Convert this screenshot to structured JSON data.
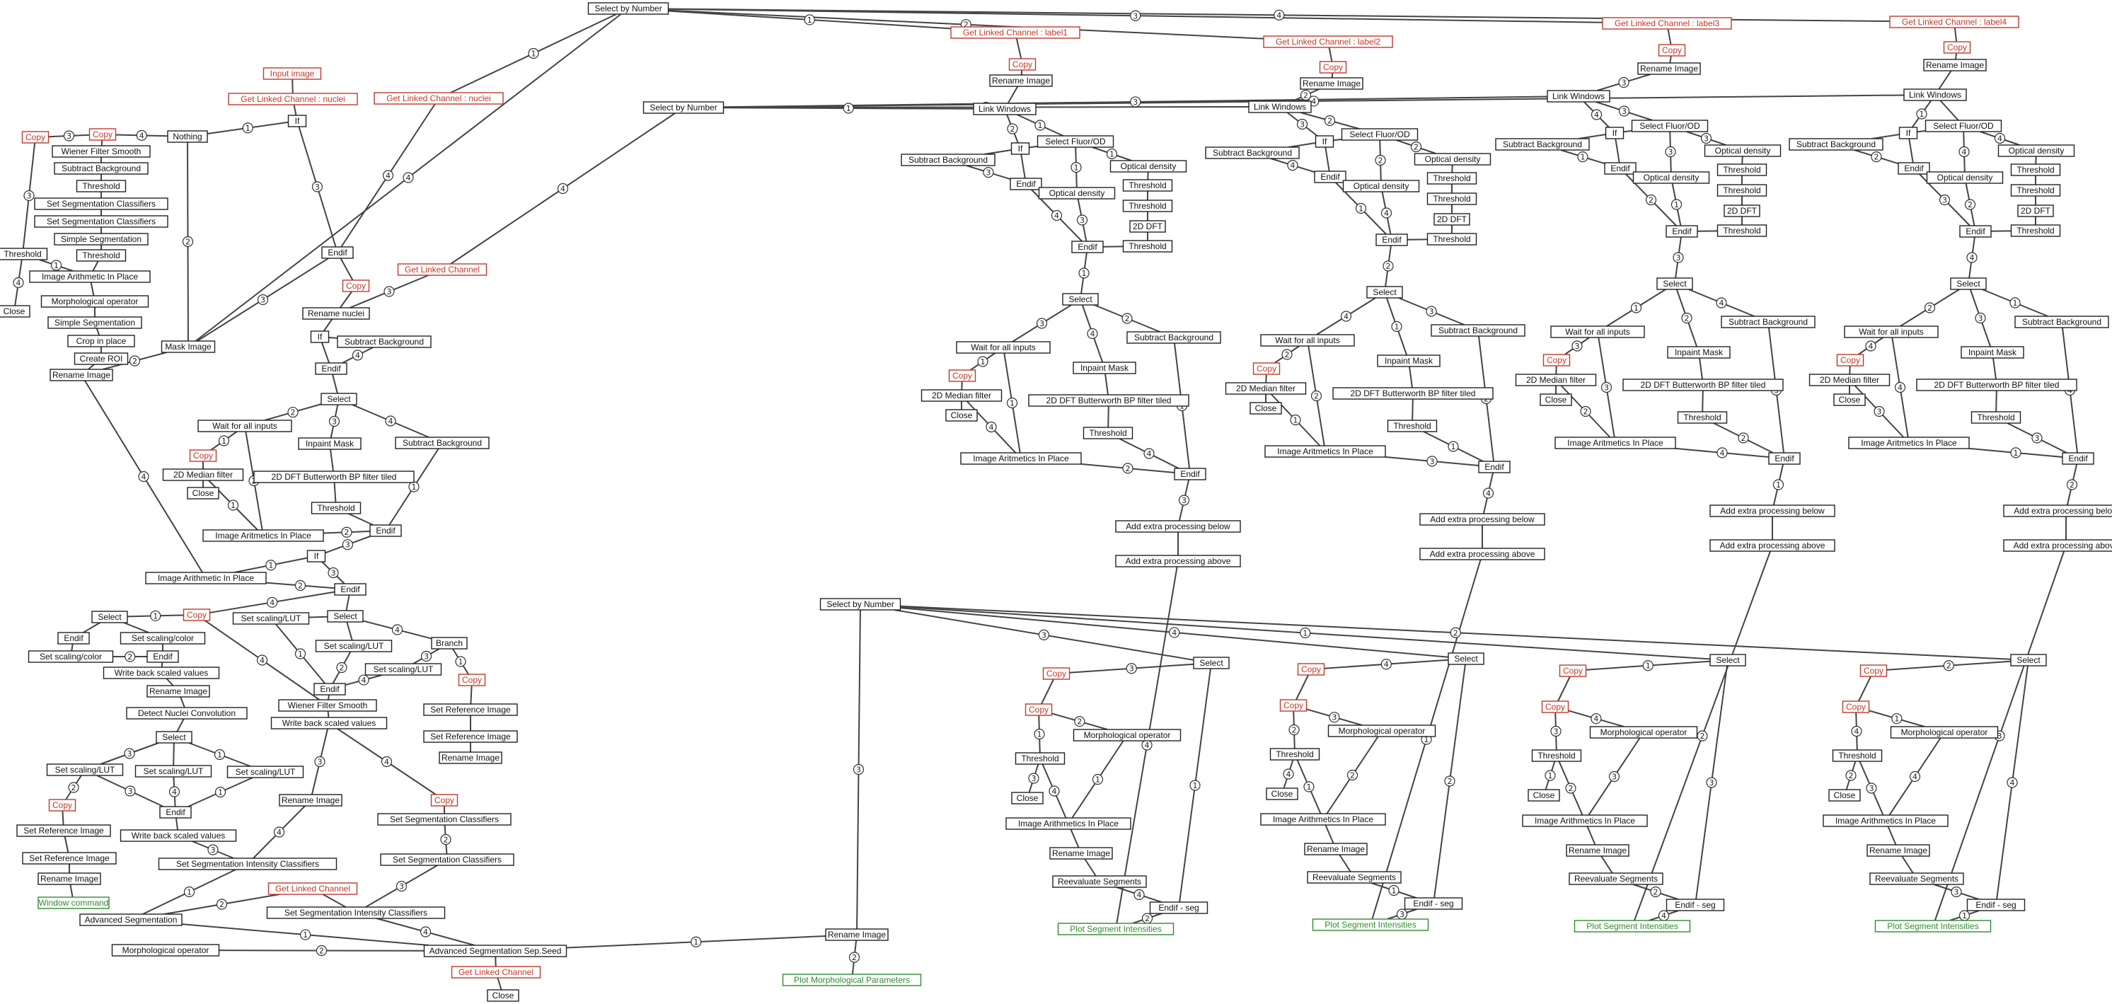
{
  "colors": {
    "node_border": "#222222",
    "red": "#c0392b",
    "green": "#2e8b2e",
    "edge": "#444444"
  },
  "labels": {
    "select_by_number": "Select by Number",
    "get_linked_channel_label1": "Get Linked Channel : label1",
    "get_linked_channel_label2": "Get Linked Channel : label2",
    "get_linked_channel_label3": "Get Linked Channel : label3",
    "get_linked_channel_label4": "Get Linked Channel : label4",
    "input_image": "Input image",
    "get_linked_channel_nuclei": "Get Linked Channel : nuclei",
    "get_linked_channel": "Get Linked Channel",
    "copy": "Copy",
    "nothing": "Nothing",
    "if": "If",
    "wiener_filter_smooth": "Wiener Filter Smooth",
    "subtract_background": "Subtract Background",
    "threshold": "Threshold",
    "set_segmentation_classifiers": "Set Segmentation Classifiers",
    "simple_segmentation": "Simple Segmentation",
    "image_arithmetic_in_place": "Image Arithmetic In Place",
    "morphological_operator": "Morphological operator",
    "crop_in_place": "Crop in place",
    "create_roi": "Create ROI",
    "rename_image": "Rename Image",
    "close": "Close",
    "mask_image": "Mask Image",
    "endif": "Endif",
    "rename_nuclei": "Rename nuclei",
    "select": "Select",
    "wait_for_all_inputs": "Wait for all inputs",
    "inpaint_mask": "Inpaint Mask",
    "median_filter_2d": "2D Median filter",
    "butterworth": "2D DFT Butterworth BP filter tiled",
    "image_aritmetics_in_place": "Image Aritmetics In Place",
    "image_arithmetics_in_place": "Image Arithmetics In Place",
    "link_windows": "Link Windows",
    "select_fluor_od": "Select Fluor/OD",
    "optical_density": "Optical density",
    "dft_2d": "2D DFT",
    "add_extra_below": "Add extra processing below",
    "add_extra_above": "Add extra processing above",
    "set_scaling_lut": "Set scaling/LUT",
    "set_scaling_color": "Set scaling/color",
    "branch": "Branch",
    "write_back_scaled_values": "Write back scaled values",
    "detect_nuclei_convolution": "Detect Nuclei Convolution",
    "set_reference_image": "Set Reference Image",
    "window_command": "Window command",
    "set_segmentation_intensity_classifiers": "Set Segmentation Intensity Classifiers",
    "advanced_segmentation": "Advanced Segmentation",
    "advanced_segmentation_sep_seed": "Advanced Segmentation Sep.Seed",
    "plot_morphological_parameters": "Plot Morphological Parameters",
    "reevaluate_segments": "Reevaluate Segments",
    "endif_seg": "Endif - seg",
    "plot_segment_intensities": "Plot Segment Intensities"
  },
  "nodes": [
    {
      "id": "sbn_top",
      "label": "select_by_number",
      "style": "black"
    },
    {
      "id": "glc1",
      "label": "get_linked_channel_label1",
      "style": "red"
    },
    {
      "id": "glc2",
      "label": "get_linked_channel_label2",
      "style": "red"
    },
    {
      "id": "glc3",
      "label": "get_linked_channel_label3",
      "style": "red"
    },
    {
      "id": "glc4",
      "label": "get_linked_channel_label4",
      "style": "red"
    },
    {
      "id": "cp_1a",
      "label": "copy",
      "style": "red"
    },
    {
      "id": "cp_2a",
      "label": "copy",
      "style": "red"
    },
    {
      "id": "cp_3a",
      "label": "copy",
      "style": "red"
    },
    {
      "id": "cp_4a",
      "label": "copy",
      "style": "red"
    },
    {
      "id": "rn_1a",
      "label": "rename_image",
      "style": "black"
    },
    {
      "id": "rn_2a",
      "label": "rename_image",
      "style": "black"
    },
    {
      "id": "rn_3a",
      "label": "rename_image",
      "style": "black"
    },
    {
      "id": "rn_4a",
      "label": "rename_image",
      "style": "black"
    },
    {
      "id": "sbn_mid",
      "label": "select_by_number",
      "style": "black"
    },
    {
      "id": "lw1",
      "label": "link_windows",
      "style": "black"
    },
    {
      "id": "lw2",
      "label": "link_windows",
      "style": "black"
    },
    {
      "id": "lw3",
      "label": "link_windows",
      "style": "black"
    },
    {
      "id": "lw4",
      "label": "link_windows",
      "style": "black"
    },
    {
      "id": "input_image",
      "label": "input_image",
      "style": "red"
    },
    {
      "id": "glc_nuc1",
      "label": "get_linked_channel_nuclei",
      "style": "red"
    },
    {
      "id": "glc_nuc2",
      "label": "get_linked_channel_nuclei",
      "style": "red"
    },
    {
      "id": "if_top",
      "label": "if",
      "style": "black"
    },
    {
      "id": "cp_l1",
      "label": "copy",
      "style": "red"
    },
    {
      "id": "cp_l2",
      "label": "copy",
      "style": "red"
    },
    {
      "id": "nothing",
      "label": "nothing",
      "style": "black"
    },
    {
      "id": "wfs_l",
      "label": "wiener_filter_smooth",
      "style": "black"
    },
    {
      "id": "sb_l",
      "label": "subtract_background",
      "style": "black"
    },
    {
      "id": "th_l1",
      "label": "threshold",
      "style": "black"
    },
    {
      "id": "ssc_l1",
      "label": "set_segmentation_classifiers",
      "style": "black"
    },
    {
      "id": "ssc_l2",
      "label": "set_segmentation_classifiers",
      "style": "black"
    },
    {
      "id": "ss_l1",
      "label": "simple_segmentation",
      "style": "black"
    },
    {
      "id": "th_l2",
      "label": "threshold",
      "style": "black"
    },
    {
      "id": "th_ll",
      "label": "threshold",
      "style": "black"
    },
    {
      "id": "iaip_l",
      "label": "image_arithmetic_in_place",
      "style": "black"
    },
    {
      "id": "mo_l",
      "label": "morphological_operator",
      "style": "black"
    },
    {
      "id": "ss_l2",
      "label": "simple_segmentation",
      "style": "black"
    },
    {
      "id": "crop",
      "label": "crop_in_place",
      "style": "black"
    },
    {
      "id": "roi",
      "label": "create_roi",
      "style": "black"
    },
    {
      "id": "rn_l",
      "label": "rename_image",
      "style": "black"
    },
    {
      "id": "close_l",
      "label": "close",
      "style": "black"
    },
    {
      "id": "mask",
      "label": "mask_image",
      "style": "black"
    },
    {
      "id": "endif_c",
      "label": "endif",
      "style": "black"
    },
    {
      "id": "cp_c",
      "label": "copy",
      "style": "red"
    },
    {
      "id": "rn_nuc",
      "label": "rename_nuclei",
      "style": "black"
    },
    {
      "id": "glc_c",
      "label": "get_linked_channel",
      "style": "red"
    },
    {
      "id": "if_c",
      "label": "if",
      "style": "black"
    },
    {
      "id": "sb_c1",
      "label": "subtract_background",
      "style": "black"
    },
    {
      "id": "endif_c2",
      "label": "endif",
      "style": "black"
    },
    {
      "id": "sel_c",
      "label": "select",
      "style": "black"
    },
    {
      "id": "wfai_c",
      "label": "wait_for_all_inputs",
      "style": "black"
    },
    {
      "id": "im_c",
      "label": "inpaint_mask",
      "style": "black"
    },
    {
      "id": "sb_c2",
      "label": "subtract_background",
      "style": "black"
    },
    {
      "id": "cp_c2",
      "label": "copy",
      "style": "red"
    },
    {
      "id": "mf_c",
      "label": "median_filter_2d",
      "style": "black"
    },
    {
      "id": "bw_c",
      "label": "butterworth",
      "style": "black"
    },
    {
      "id": "cl_c",
      "label": "close",
      "style": "black"
    },
    {
      "id": "th_c",
      "label": "threshold",
      "style": "black"
    },
    {
      "id": "iap_c",
      "label": "image_aritmetics_in_place",
      "style": "black"
    },
    {
      "id": "endif_c3",
      "label": "endif",
      "style": "black"
    },
    {
      "id": "if_c2",
      "label": "if",
      "style": "black"
    },
    {
      "id": "iaip_c",
      "label": "image_arithmetic_in_place",
      "style": "black"
    },
    {
      "id": "endif_c4",
      "label": "endif",
      "style": "black"
    },
    {
      "id": "sel_l",
      "label": "select",
      "style": "black"
    },
    {
      "id": "cp_l3",
      "label": "copy",
      "style": "red"
    },
    {
      "id": "endif_l1",
      "label": "endif",
      "style": "black"
    },
    {
      "id": "ssco_l1",
      "label": "set_scaling_color",
      "style": "black"
    },
    {
      "id": "ssco_l2",
      "label": "set_scaling_color",
      "style": "black"
    },
    {
      "id": "endif_l2",
      "label": "endif",
      "style": "black"
    },
    {
      "id": "wbsv_l1",
      "label": "write_back_scaled_values",
      "style": "black"
    },
    {
      "id": "rn_l2",
      "label": "rename_image",
      "style": "black"
    },
    {
      "id": "dnc",
      "label": "detect_nuclei_convolution",
      "style": "black"
    },
    {
      "id": "sel_l2",
      "label": "select",
      "style": "black"
    },
    {
      "id": "slut_l1",
      "label": "set_scaling_lut",
      "style": "black"
    },
    {
      "id": "slut_l2",
      "label": "set_scaling_lut",
      "style": "black"
    },
    {
      "id": "slut_l3",
      "label": "set_scaling_lut",
      "style": "black"
    },
    {
      "id": "cp_l4",
      "label": "copy",
      "style": "red"
    },
    {
      "id": "endif_l3",
      "label": "endif",
      "style": "black"
    },
    {
      "id": "sri_l1",
      "label": "set_reference_image",
      "style": "black"
    },
    {
      "id": "wbsv_l2",
      "label": "write_back_scaled_values",
      "style": "black"
    },
    {
      "id": "sri_l2",
      "label": "set_reference_image",
      "style": "black"
    },
    {
      "id": "rn_l3",
      "label": "rename_image",
      "style": "black"
    },
    {
      "id": "wc",
      "label": "window_command",
      "style": "green"
    },
    {
      "id": "slut_m1",
      "label": "set_scaling_lut",
      "style": "black"
    },
    {
      "id": "sel_m",
      "label": "select",
      "style": "black"
    },
    {
      "id": "slut_m2",
      "label": "set_scaling_lut",
      "style": "black"
    },
    {
      "id": "branch",
      "label": "branch",
      "style": "black"
    },
    {
      "id": "slut_m3",
      "label": "set_scaling_lut",
      "style": "black"
    },
    {
      "id": "cp_m",
      "label": "copy",
      "style": "red"
    },
    {
      "id": "endif_m",
      "label": "endif",
      "style": "black"
    },
    {
      "id": "sri_m1",
      "label": "set_reference_image",
      "style": "black"
    },
    {
      "id": "wfs_m",
      "label": "wiener_filter_smooth",
      "style": "black"
    },
    {
      "id": "wbsv_m",
      "label": "write_back_scaled_values",
      "style": "black"
    },
    {
      "id": "sri_m2",
      "label": "set_reference_image",
      "style": "black"
    },
    {
      "id": "rn_m1",
      "label": "rename_image",
      "style": "black"
    },
    {
      "id": "rn_m2",
      "label": "rename_image",
      "style": "black"
    },
    {
      "id": "cp_m2",
      "label": "copy",
      "style": "red"
    },
    {
      "id": "ssc_m",
      "label": "set_segmentation_classifiers",
      "style": "black"
    },
    {
      "id": "ssc_m2",
      "label": "set_segmentation_classifiers",
      "style": "black"
    },
    {
      "id": "ssic_1",
      "label": "set_segmentation_intensity_classifiers",
      "style": "black"
    },
    {
      "id": "glc_m",
      "label": "get_linked_channel",
      "style": "red"
    },
    {
      "id": "as",
      "label": "advanced_segmentation",
      "style": "black"
    },
    {
      "id": "ssic_2",
      "label": "set_segmentation_intensity_classifiers",
      "style": "black"
    },
    {
      "id": "mo_b",
      "label": "morphological_operator",
      "style": "black"
    },
    {
      "id": "ass",
      "label": "advanced_segmentation_sep_seed",
      "style": "black"
    },
    {
      "id": "glc_b",
      "label": "get_linked_channel",
      "style": "red"
    },
    {
      "id": "close_b",
      "label": "close",
      "style": "black"
    },
    {
      "id": "rn_b",
      "label": "rename_image",
      "style": "black"
    },
    {
      "id": "pmp",
      "label": "plot_morphological_parameters",
      "style": "green"
    },
    {
      "id": "sbn_low",
      "label": "select_by_number",
      "style": "black"
    }
  ],
  "badges": [
    "1",
    "2",
    "3",
    "4"
  ]
}
